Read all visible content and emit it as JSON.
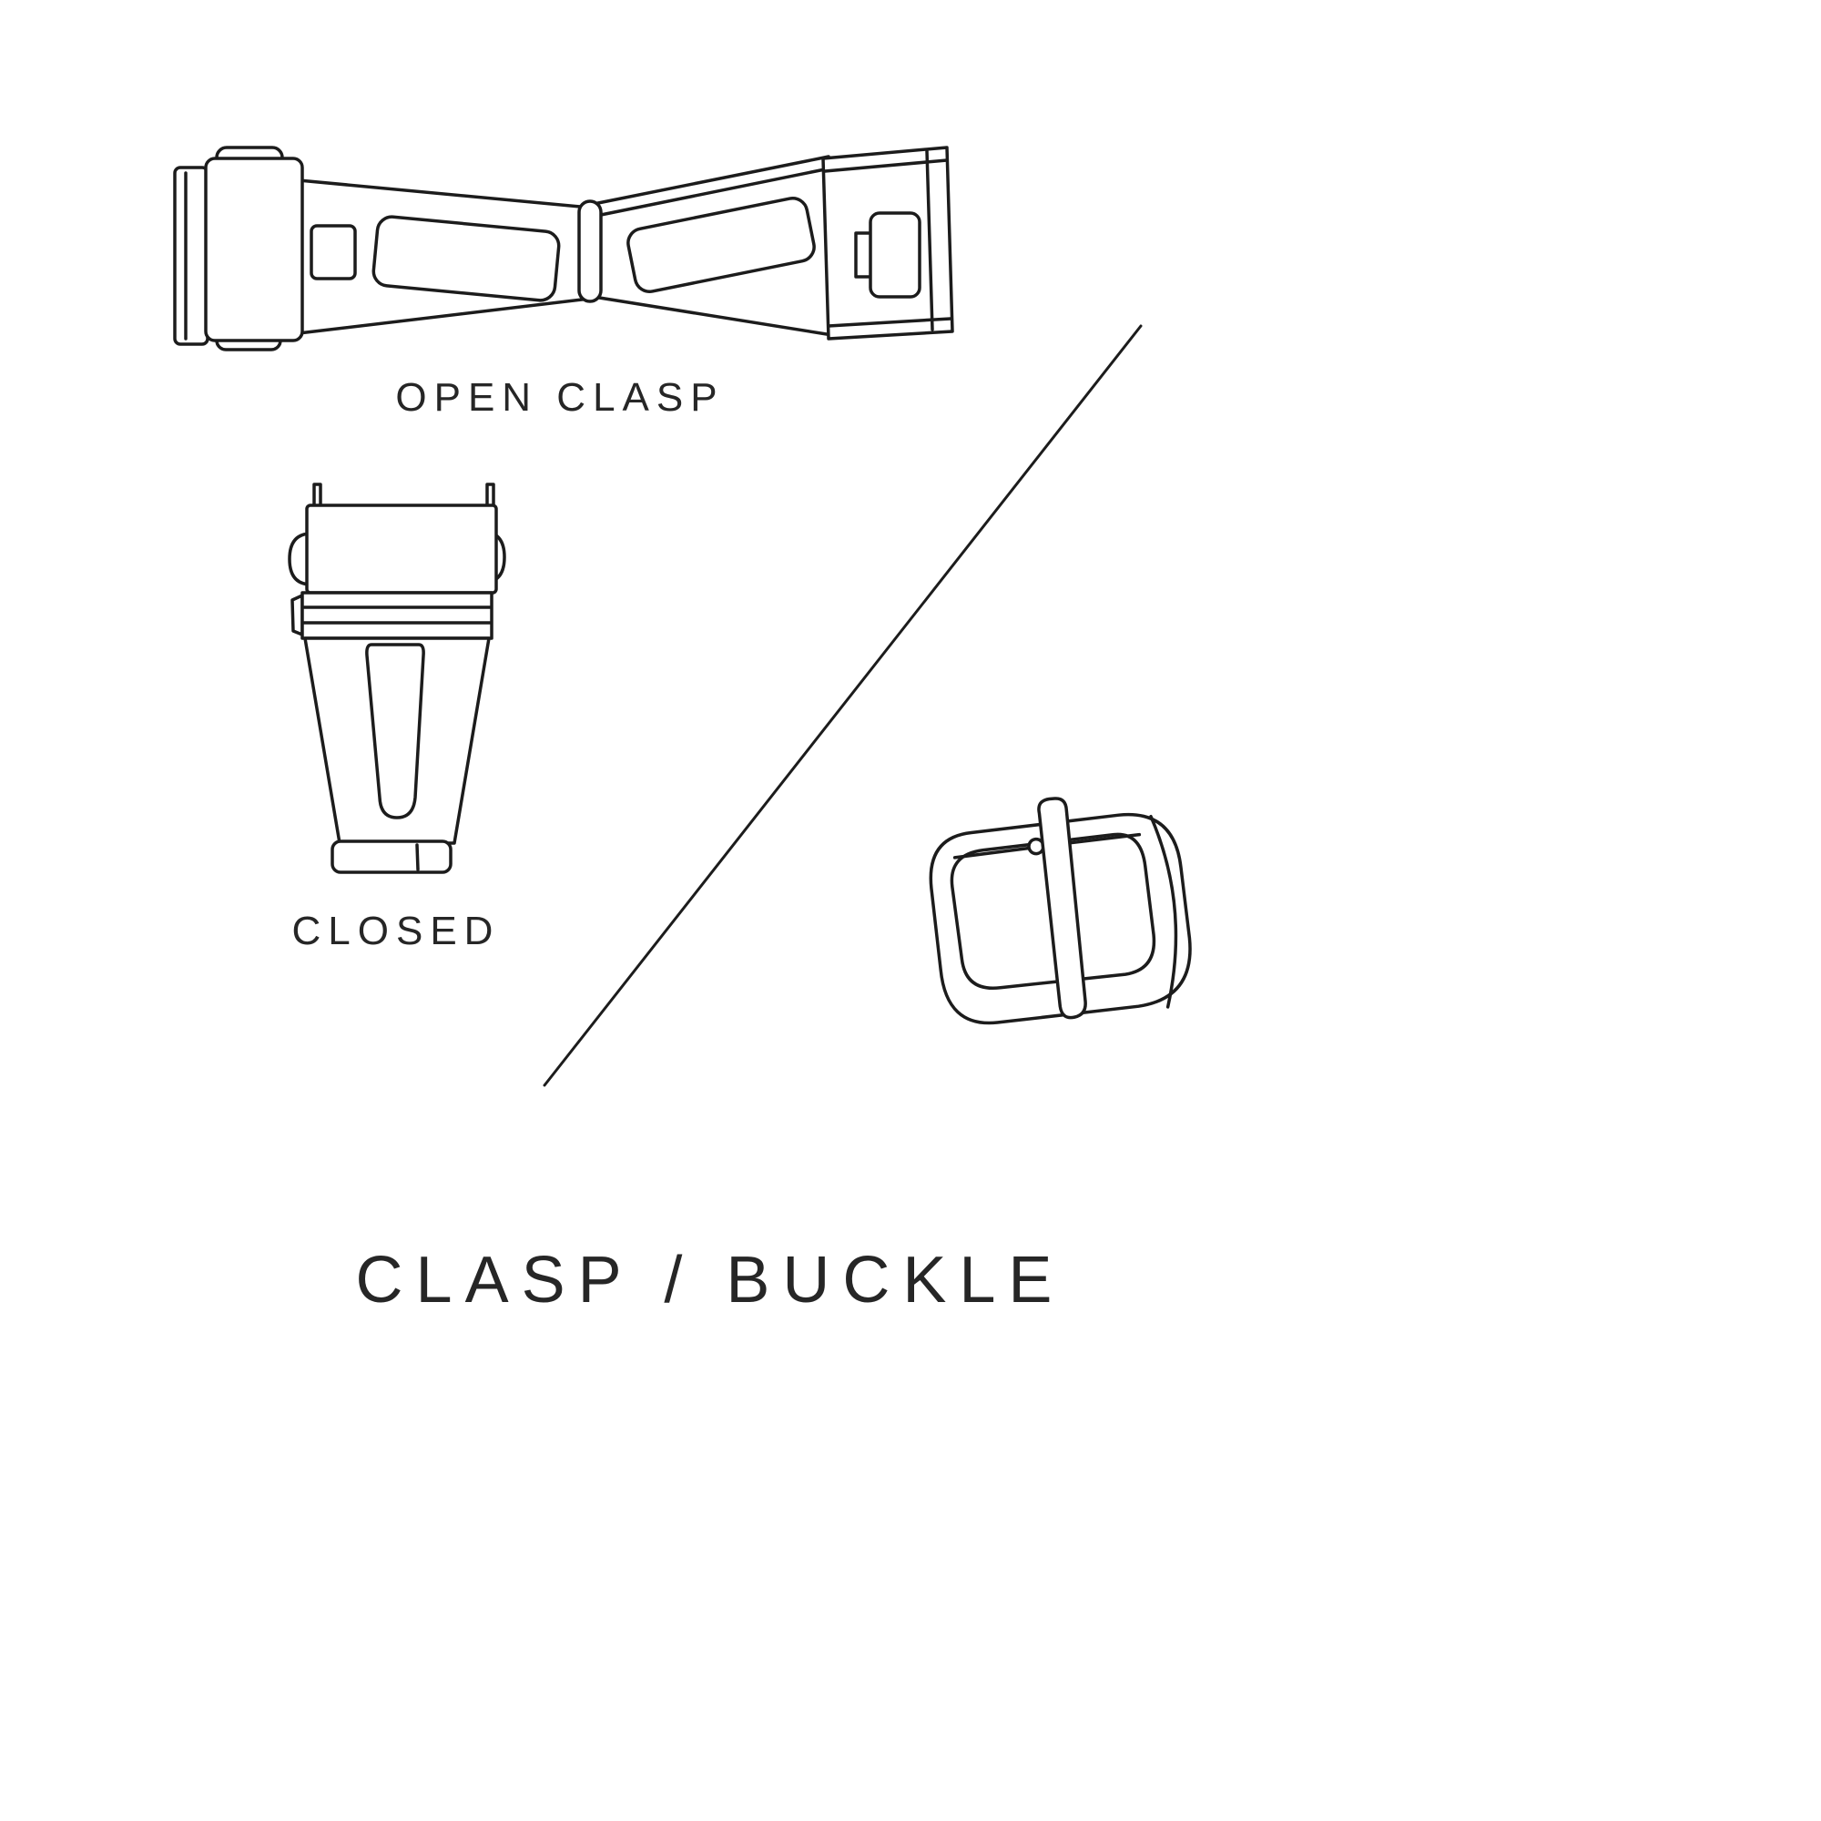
{
  "title": "CLASP / BUCKLE",
  "labels": {
    "open_clasp": "OPEN CLASP",
    "closed": "CLOSED"
  },
  "colors": {
    "background": "#ffffff",
    "line": "#1c1c1c",
    "text": "#262626"
  }
}
